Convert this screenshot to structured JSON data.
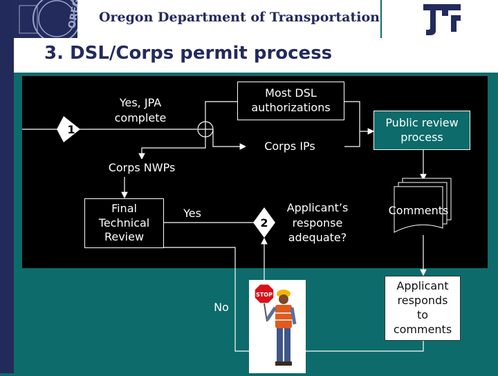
{
  "header": {
    "org_name": "Oregon Department of Transportation",
    "seal_text": "OREGON"
  },
  "slide": {
    "title": "3. DSL/Corps permit process"
  },
  "diagram": {
    "start_number": "1",
    "yes_jpa": "Yes, JPA\ncomplete",
    "most_dsl": "Most DSL\nauthorizations",
    "corps_ips": "Corps IPs",
    "public_review": "Public review\nprocess",
    "corps_nwps": "Corps NWPs",
    "final_review": "Final\nTechnical\nReview",
    "yes_label": "Yes",
    "decision_number": "2",
    "applicant_response": "Applicant’s\nresponse\nadequate?",
    "comments": "Comments",
    "no_label": "No",
    "applicant_responds": "Applicant\nresponds\nto\ncomments",
    "stop_sign_text": "STOP"
  },
  "colors": {
    "navy": "#232a5c",
    "teal": "#0d6b6b",
    "black": "#000000",
    "white": "#ffffff"
  }
}
